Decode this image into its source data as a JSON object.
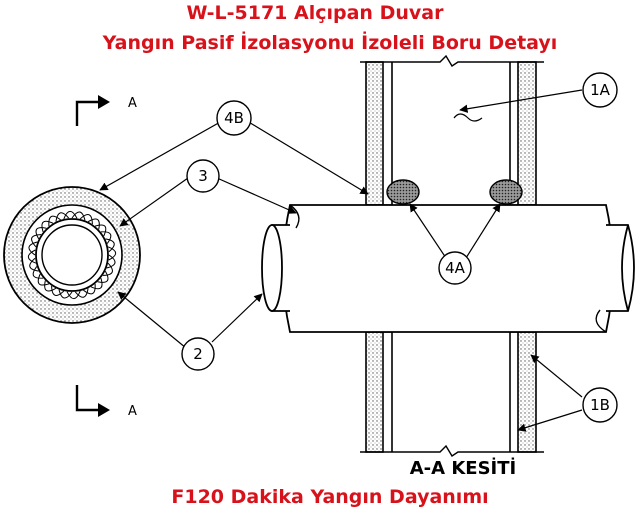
{
  "title_line1": "W-L-5171 Alçıpan Duvar",
  "title_line2": "Yangın Pasif İzolasyonu İzoleli Boru Detayı",
  "section_label": "A-A KESİTİ",
  "footer": "F120 Dakika Yangın Dayanımı",
  "cut_marks": {
    "top": "A",
    "bottom": "A"
  },
  "callouts": {
    "c1a": "1A",
    "c1b": "1B",
    "c2": "2",
    "c3": "3",
    "c4a": "4A",
    "c4b": "4B"
  },
  "colors": {
    "title": "#d8121b",
    "line": "#000000"
  }
}
